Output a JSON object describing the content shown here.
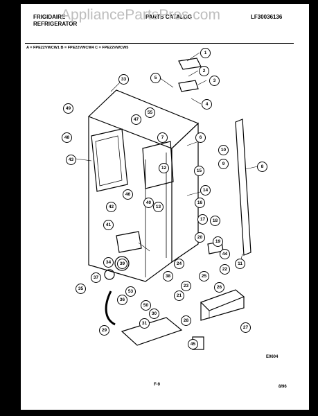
{
  "header": {
    "brand_line1": "FRIGIDAIRE",
    "brand_line2": "REFRIGERATOR",
    "title_fragment": "PARTS CATALOG",
    "catalog_id": "LF30036136"
  },
  "watermark": "AppliancePartsPros.com",
  "models": "A = FPE22VWCW1   B = FPE22VWCW4   C = FPE22VWCW5",
  "callouts": [
    "1",
    "2",
    "3",
    "4",
    "5",
    "6",
    "7",
    "8",
    "9",
    "10",
    "11",
    "12",
    "13",
    "14",
    "15",
    "16",
    "17",
    "18",
    "19",
    "20",
    "21",
    "22",
    "23",
    "24",
    "25",
    "26",
    "27",
    "28",
    "29",
    "30",
    "31",
    "33",
    "34",
    "35",
    "36",
    "37",
    "38",
    "39",
    "40",
    "41",
    "42",
    "43",
    "44",
    "45",
    "46",
    "47",
    "48",
    "49",
    "50",
    "53",
    "55"
  ],
  "footer": {
    "drawing_no": "E0604",
    "page": "F-9",
    "date": "8/96"
  }
}
